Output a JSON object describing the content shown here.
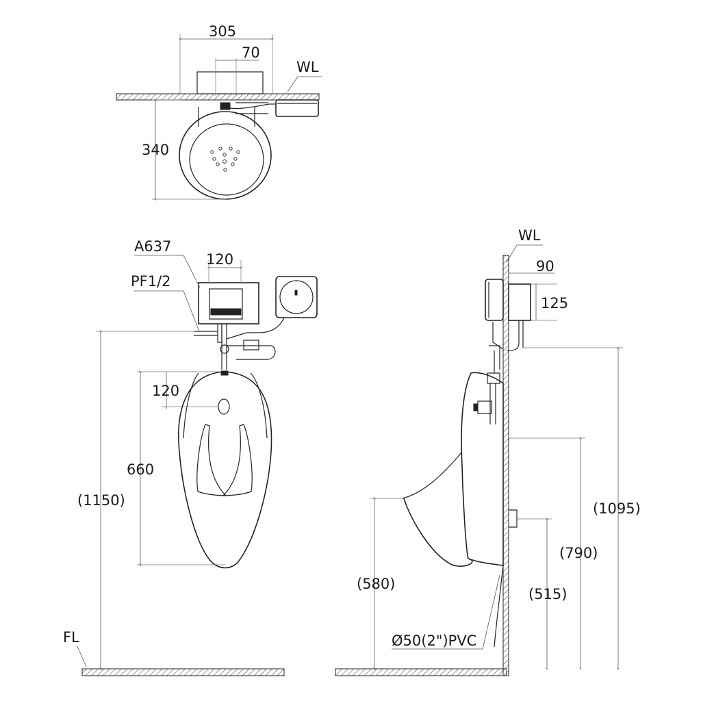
{
  "top_view": {
    "width": "305",
    "offset": "70",
    "depth": "340",
    "wall_label": "WL"
  },
  "front_view": {
    "valve_label": "A637",
    "inlet_label": "PF1/2",
    "valve_width": "120",
    "spud_drop": "120",
    "bowl_height": "660",
    "total_height": "(1150)",
    "floor_label": "FL"
  },
  "side_view": {
    "wall_label": "WL",
    "projection": "90",
    "valve_height": "125",
    "inlet_height": "(1095)",
    "rim_height_wall": "(790)",
    "rim_height": "(580)",
    "outlet_height": "(515)",
    "drain_label": "Ø50(2\")PVC"
  }
}
